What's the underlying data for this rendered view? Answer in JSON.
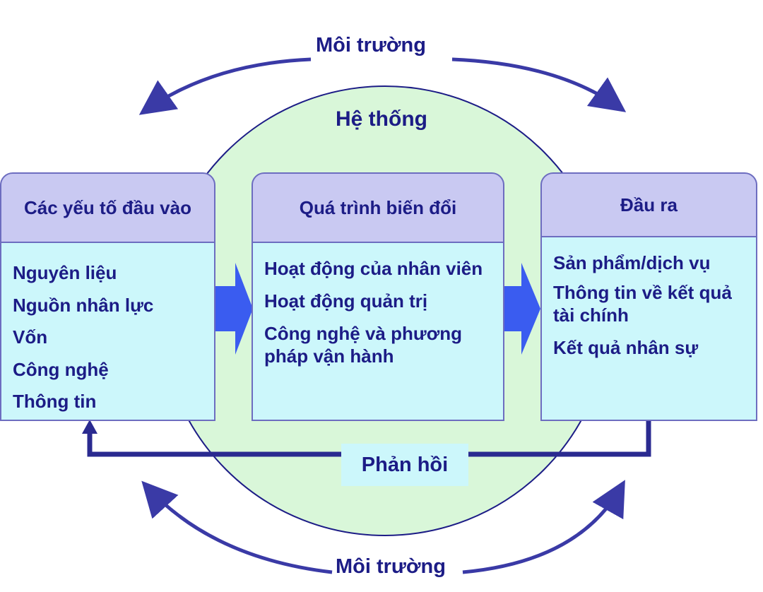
{
  "environment_top": "Môi trường",
  "environment_bottom": "Môi trường",
  "system_label": "Hệ thống",
  "inputs": {
    "title": "Các yếu tố đầu vào",
    "items": [
      "Nguyên liệu",
      "Nguồn nhân lực",
      "Vốn",
      "Công nghệ",
      "Thông tin"
    ]
  },
  "process": {
    "title": "Quá trình biến đổi",
    "items": [
      "Hoạt động của nhân viên",
      "Hoạt động  quản trị",
      "Công nghệ và phương pháp vận hành"
    ]
  },
  "outputs": {
    "title": "Đầu ra",
    "items": [
      "Sản phẩm/dịch vụ",
      "Thông tin về kết quả tài chính",
      "Kết quả nhân sự"
    ]
  },
  "feedback_label": "Phản hồi",
  "colors": {
    "text": "#1c1c86",
    "circle": "#d9f7d9",
    "header": "#c9c9f2",
    "body": "#ccf7fb",
    "arrow": "#3a5cf0",
    "cycle_arrow": "#3a3aa6"
  }
}
